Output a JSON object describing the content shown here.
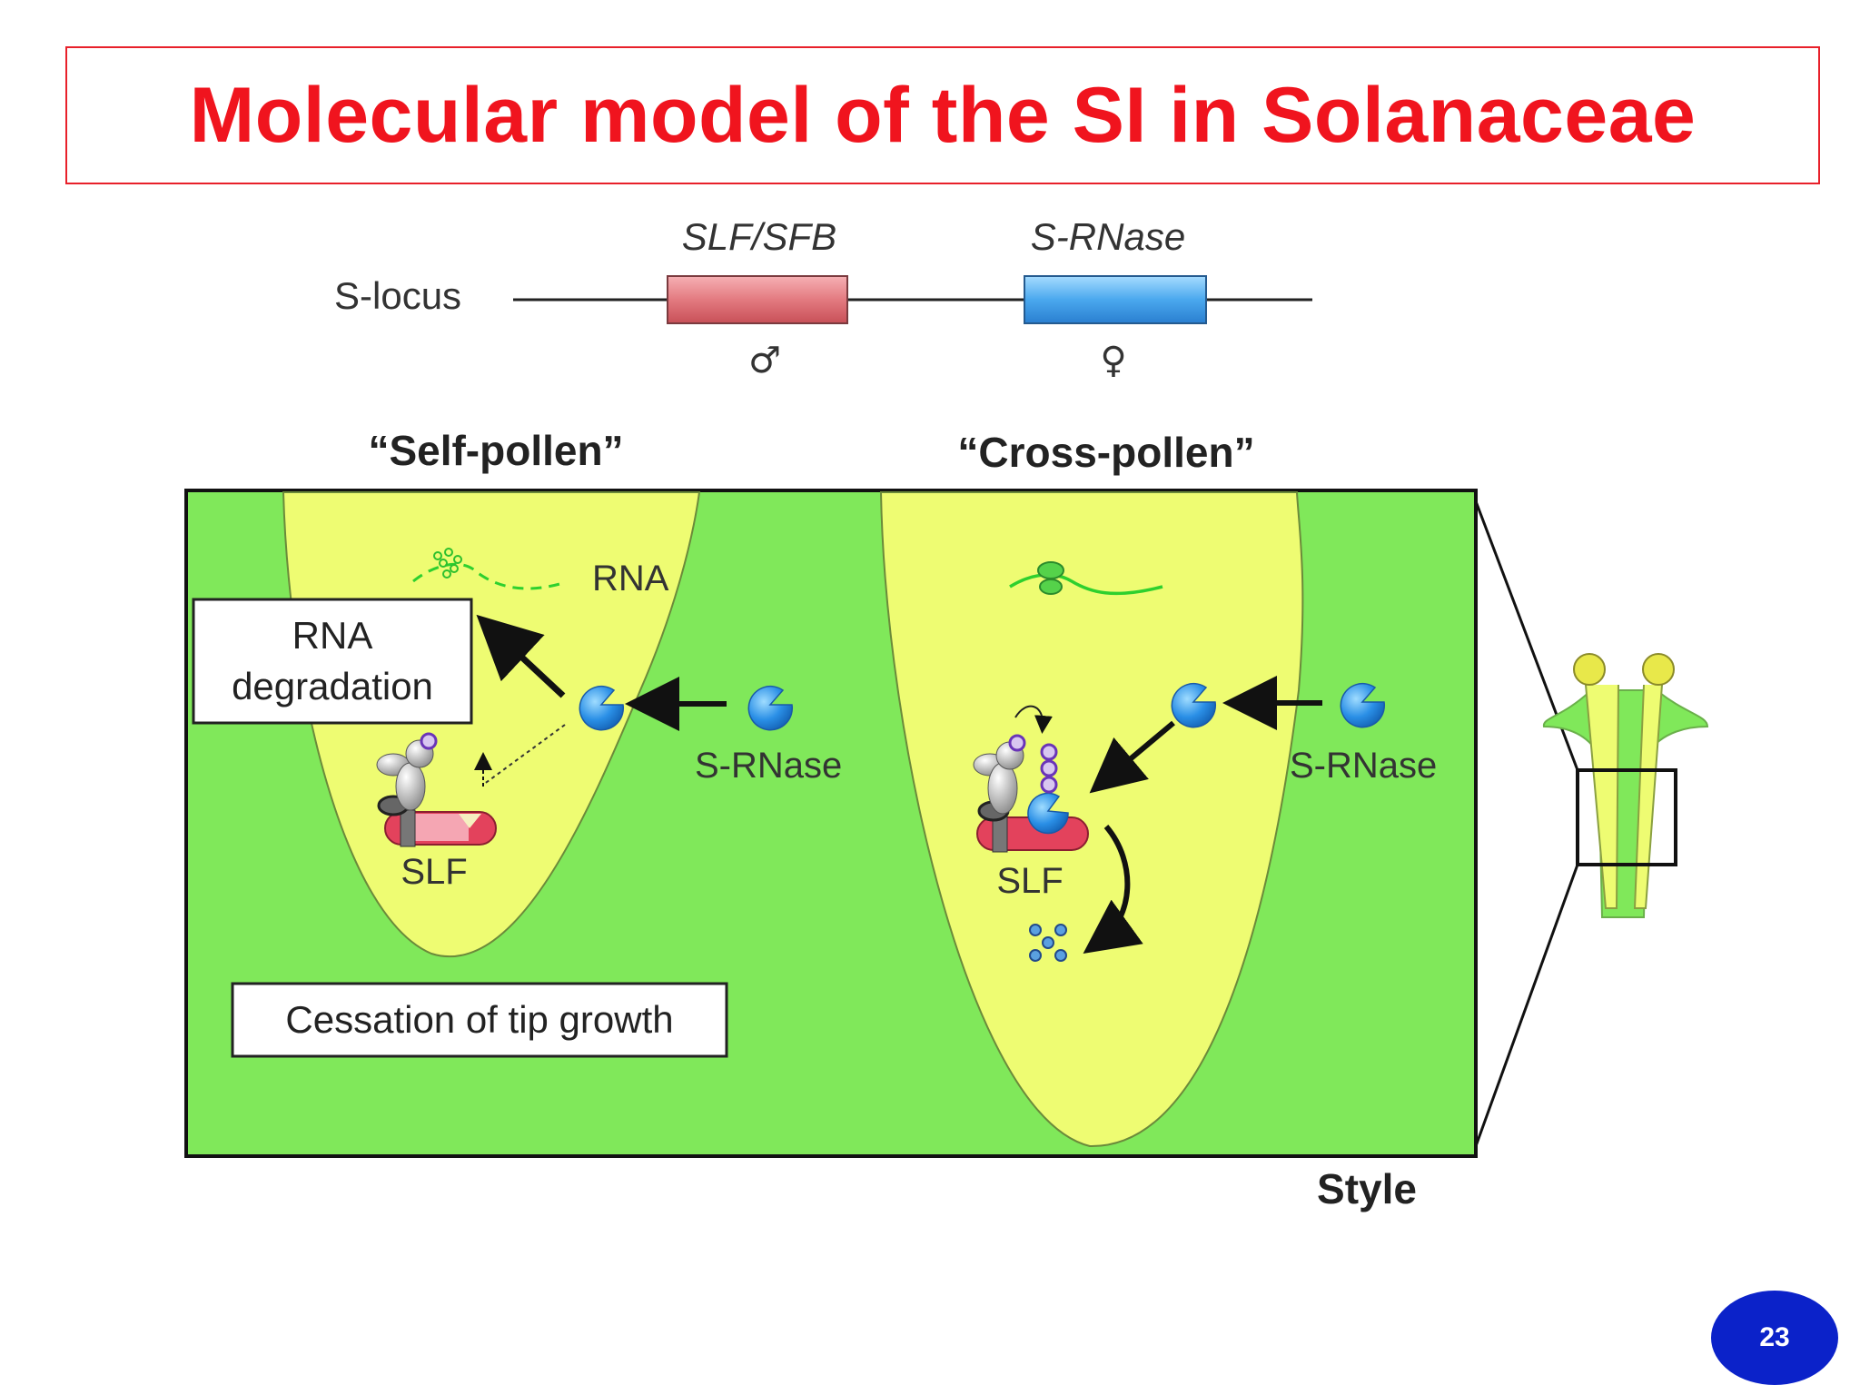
{
  "title": "Molecular model of the SI in Solanaceae",
  "locus": {
    "label": "S-locus",
    "male_gene": "SLF/SFB",
    "female_gene": "S-RNase",
    "male_symbol": "♂",
    "female_symbol": "♀"
  },
  "self_pollen": {
    "heading": "“Self-pollen”",
    "rna_label": "RNA",
    "rna_degradation_line1": "RNA",
    "rna_degradation_line2": "degradation",
    "srnase_label": "S-RNase",
    "slf_label": "SLF",
    "cessation_label": "Cessation of tip growth"
  },
  "cross_pollen": {
    "heading": "“Cross-pollen”",
    "srnase_label": "S-RNase",
    "slf_label": "SLF"
  },
  "style_label": "Style",
  "page_number": "23",
  "colors": {
    "title": "#f0141e",
    "style_green": "#80e85a",
    "pollen_yellow": "#eefc72",
    "srnase_blue": "#2a8fe6",
    "slf_red": "#e3425c",
    "ubiquitin_purple": "#8a4fd0",
    "badge_blue": "#0b22c9"
  }
}
